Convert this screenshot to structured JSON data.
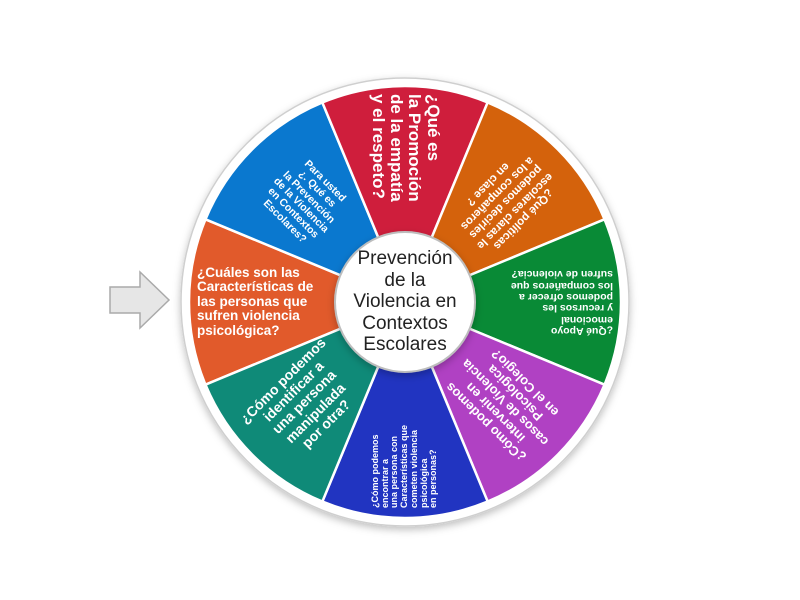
{
  "wheel": {
    "title": "Prevención\nde la\nViolencia en\nContextos\nEscolares",
    "segments": [
      {
        "color": "#e15a2b",
        "text": "¿Cuáles son las\nCaracterísticas de\nlas personas que\nsufren violencia\npsicológica?"
      },
      {
        "color": "#0a78cf",
        "text": "Para usted\n¿. Qué es\nla Prevención\nde la Violencia\nen Contextos\nEscolares?"
      },
      {
        "color": "#cf1e3c",
        "text": "¿Qué es\nla Promoción\nde la empatía\ny el respeto?"
      },
      {
        "color": "#d4620c",
        "text": "¿Qué políticas\nescolares claras le\npodemos decirles\na los compañeros\nen clase ?"
      },
      {
        "color": "#098a36",
        "text": "¿Qué Apoyo\nemocional\ny recursos les\npodemos ofrecer a\nlos compañeros que\nsufren de violencia?"
      },
      {
        "color": "#b041c3",
        "text": "¿Cómo podemos\nintervenir en\ncasos de Violencia\nPsicológica\nen el Colegio?"
      },
      {
        "color": "#2134c1",
        "text": "¿Cómo podemos\nencontrar a\nuna persona con\nCaracterísticas que\ncometen violencia\npsicológica\nen personas?"
      },
      {
        "color": "#0f8a78",
        "text": "¿Cómo podemos\nidentificar a\nuna persona\nmanipulada\npor otra?"
      }
    ]
  },
  "pointer": {
    "icon": "arrow-right-icon",
    "color": "#e6e6e6"
  }
}
